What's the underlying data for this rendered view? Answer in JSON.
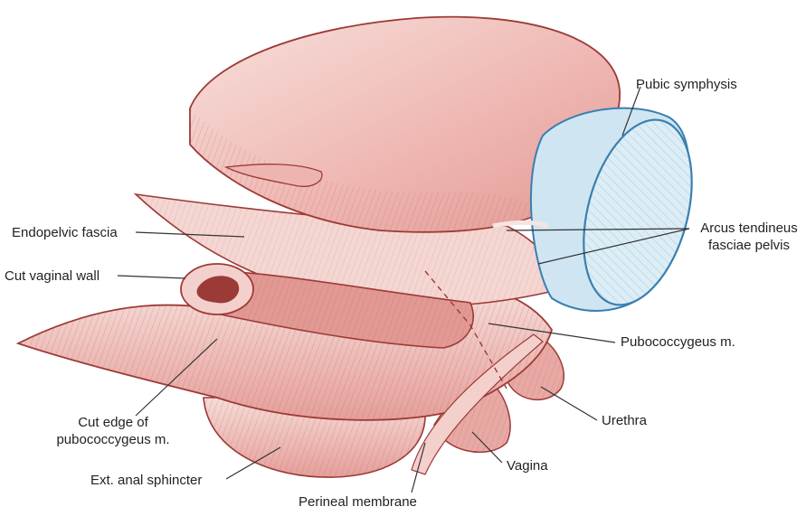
{
  "labels": {
    "pubic_symphysis": "Pubic symphysis",
    "endopelvic_fascia": "Endopelvic fascia",
    "arcus_line1": "Arcus tendineus",
    "arcus_line2": "fasciae pelvis",
    "cut_vaginal_wall": "Cut vaginal wall",
    "pubococcygeus": "Pubococcygeus m.",
    "urethra": "Urethra",
    "cut_edge_line1": "Cut edge of",
    "cut_edge_line2": "pubococcygeus m.",
    "ext_anal_sphincter": "Ext. anal sphincter",
    "vagina": "Vagina",
    "perineal_membrane": "Perineal membrane"
  },
  "colors": {
    "muscle": "#e8a9a4",
    "muscle_light": "#f3d0cc",
    "muscle_dark": "#c77a76",
    "outline": "#9c3a37",
    "bone": "#cfe6f2",
    "bone_edge": "#3a7fb0",
    "leader": "#333333"
  }
}
